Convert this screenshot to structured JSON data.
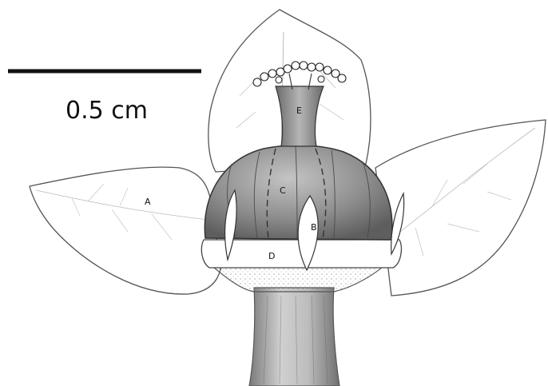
{
  "scale_bar": {
    "label": "0.5 cm"
  },
  "labels": {
    "a": "A",
    "b": "B",
    "c": "C",
    "d": "D",
    "e": "E"
  },
  "colors": {
    "ink": "#1a1a1a",
    "pencil": "#555555",
    "shade": "#8a8a8a",
    "paper": "#ffffff"
  }
}
